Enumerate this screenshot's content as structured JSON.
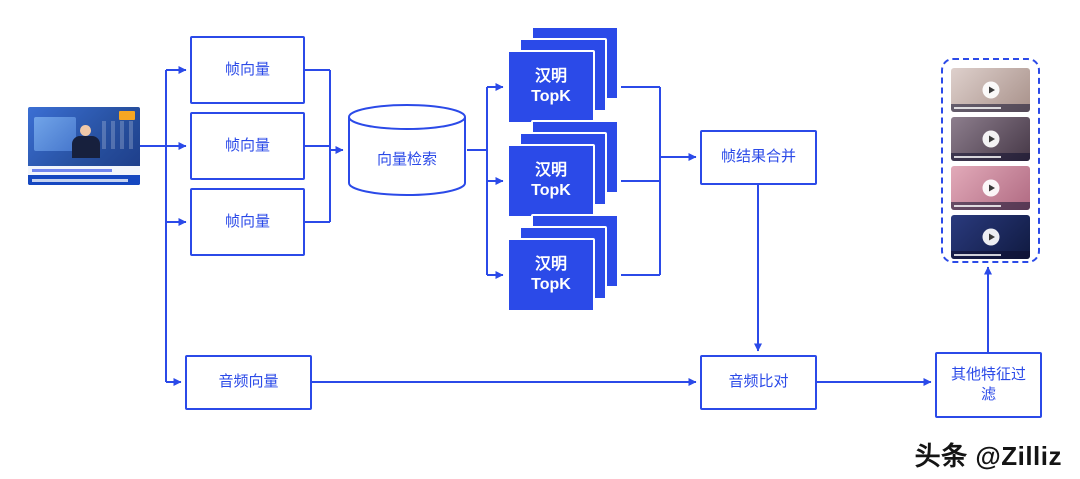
{
  "diagram": {
    "accent_color": "#2b4ae8",
    "nodes": {
      "frame_vector_1": "帧向量",
      "frame_vector_2": "帧向量",
      "frame_vector_3": "帧向量",
      "vector_search": "向量检索",
      "hamming_line1": "汉明",
      "hamming_line2": "TopK",
      "frame_merge": "帧结果合并",
      "audio_vector": "音频向量",
      "audio_compare": "音频比对",
      "other_filter": "其他特征过滤"
    },
    "watermark": "头条 @Zilliz"
  }
}
